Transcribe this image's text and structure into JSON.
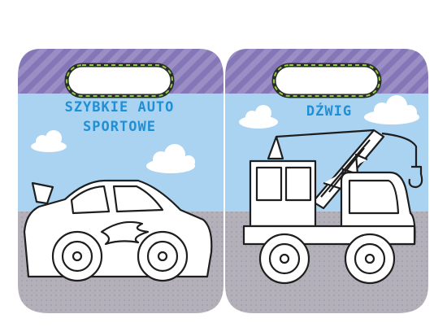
{
  "cards": {
    "left": {
      "title_line1": "SZYBKIE AUTO",
      "title_line2": "SPORTOWE",
      "subject": "sports-car"
    },
    "right": {
      "title": "DŹWIG",
      "subject": "crane-truck"
    }
  },
  "colors": {
    "handle_purple": "#9a8ec4",
    "handle_stripe": "#8477b8",
    "sky": "#a9d3f0",
    "ground": "#b4b0ba",
    "title": "#1f8fd6",
    "hole_border": "#2b2b2b",
    "hole_dash": "#8ccf3f"
  }
}
